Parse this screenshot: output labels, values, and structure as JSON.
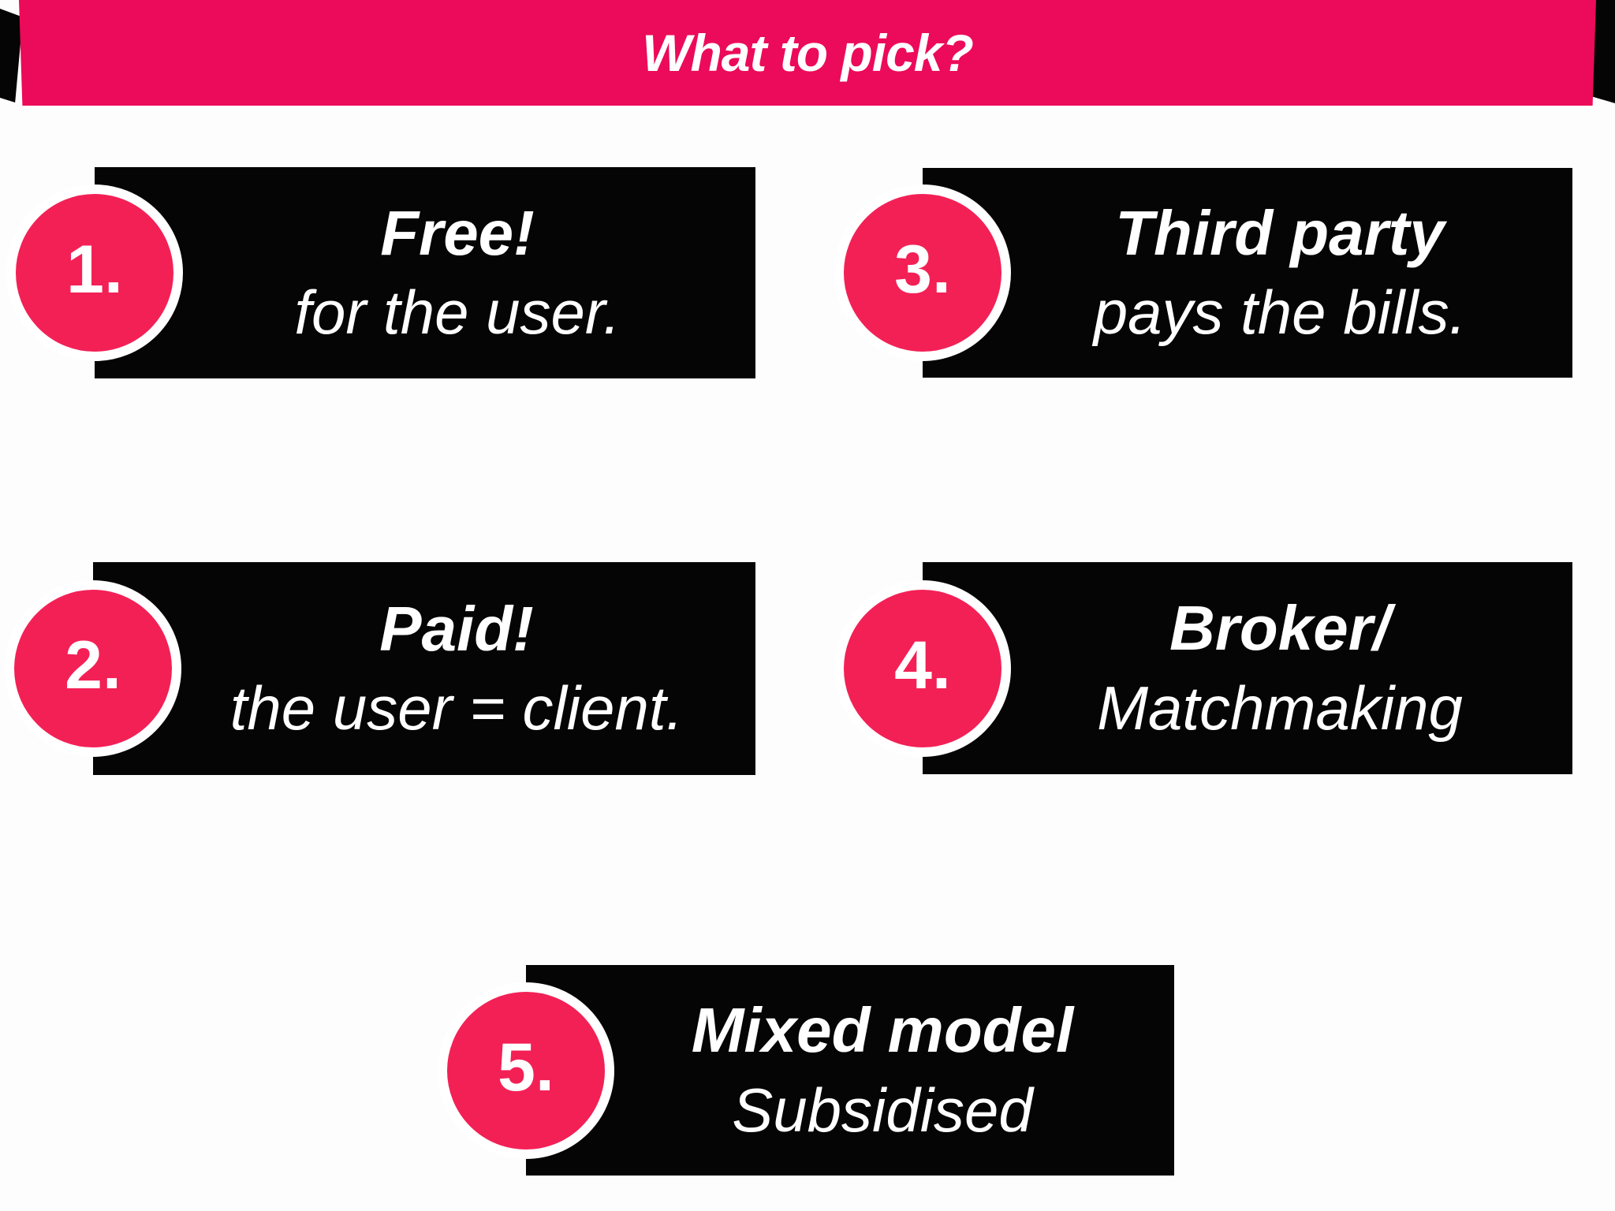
{
  "header": {
    "title": "What to pick?"
  },
  "colors": {
    "banner_pink": "#ec0a5a",
    "badge_pink": "#f32056",
    "card_black": "#050505",
    "text_white": "#ffffff",
    "background": "#fefdfd"
  },
  "cards": [
    {
      "number": "1.",
      "line1": "Free!",
      "line2": "for the user."
    },
    {
      "number": "2.",
      "line1": "Paid!",
      "line2": "the user = client."
    },
    {
      "number": "3.",
      "line1": "Third party",
      "line2": "pays the bills."
    },
    {
      "number": "4.",
      "line1": "Broker/",
      "line2": "Matchmaking"
    },
    {
      "number": "5.",
      "line1": "Mixed model",
      "line2": "Subsidised"
    }
  ]
}
